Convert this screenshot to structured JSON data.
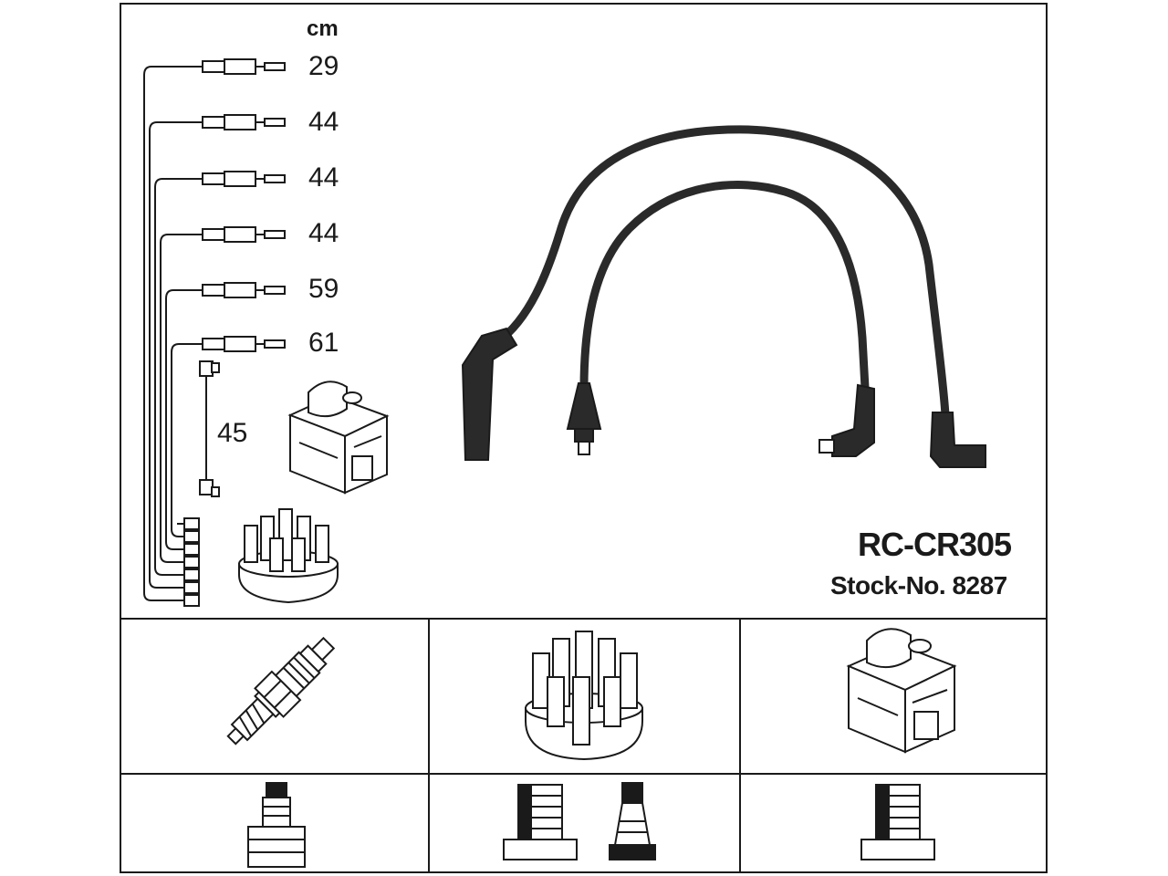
{
  "diagram": {
    "unit_label": "cm",
    "lead_lengths": [
      "29",
      "44",
      "44",
      "44",
      "59",
      "61"
    ],
    "coil_lead_length": "45",
    "part_code": "RC-CR305",
    "stock_number": "Stock-No. 8287",
    "icons": {
      "top_left_coil": "ignition-coil-icon",
      "top_left_cap": "distributor-cap-icon",
      "spark_plug": "spark-plug-icon",
      "distributor_cap": "distributor-cap-icon",
      "ignition_coil": "ignition-coil-icon",
      "plug_terminal": "spark-plug-terminal-icon",
      "cap_terminals": "distributor-cap-terminal-icon",
      "coil_terminal": "ignition-coil-terminal-icon"
    }
  }
}
